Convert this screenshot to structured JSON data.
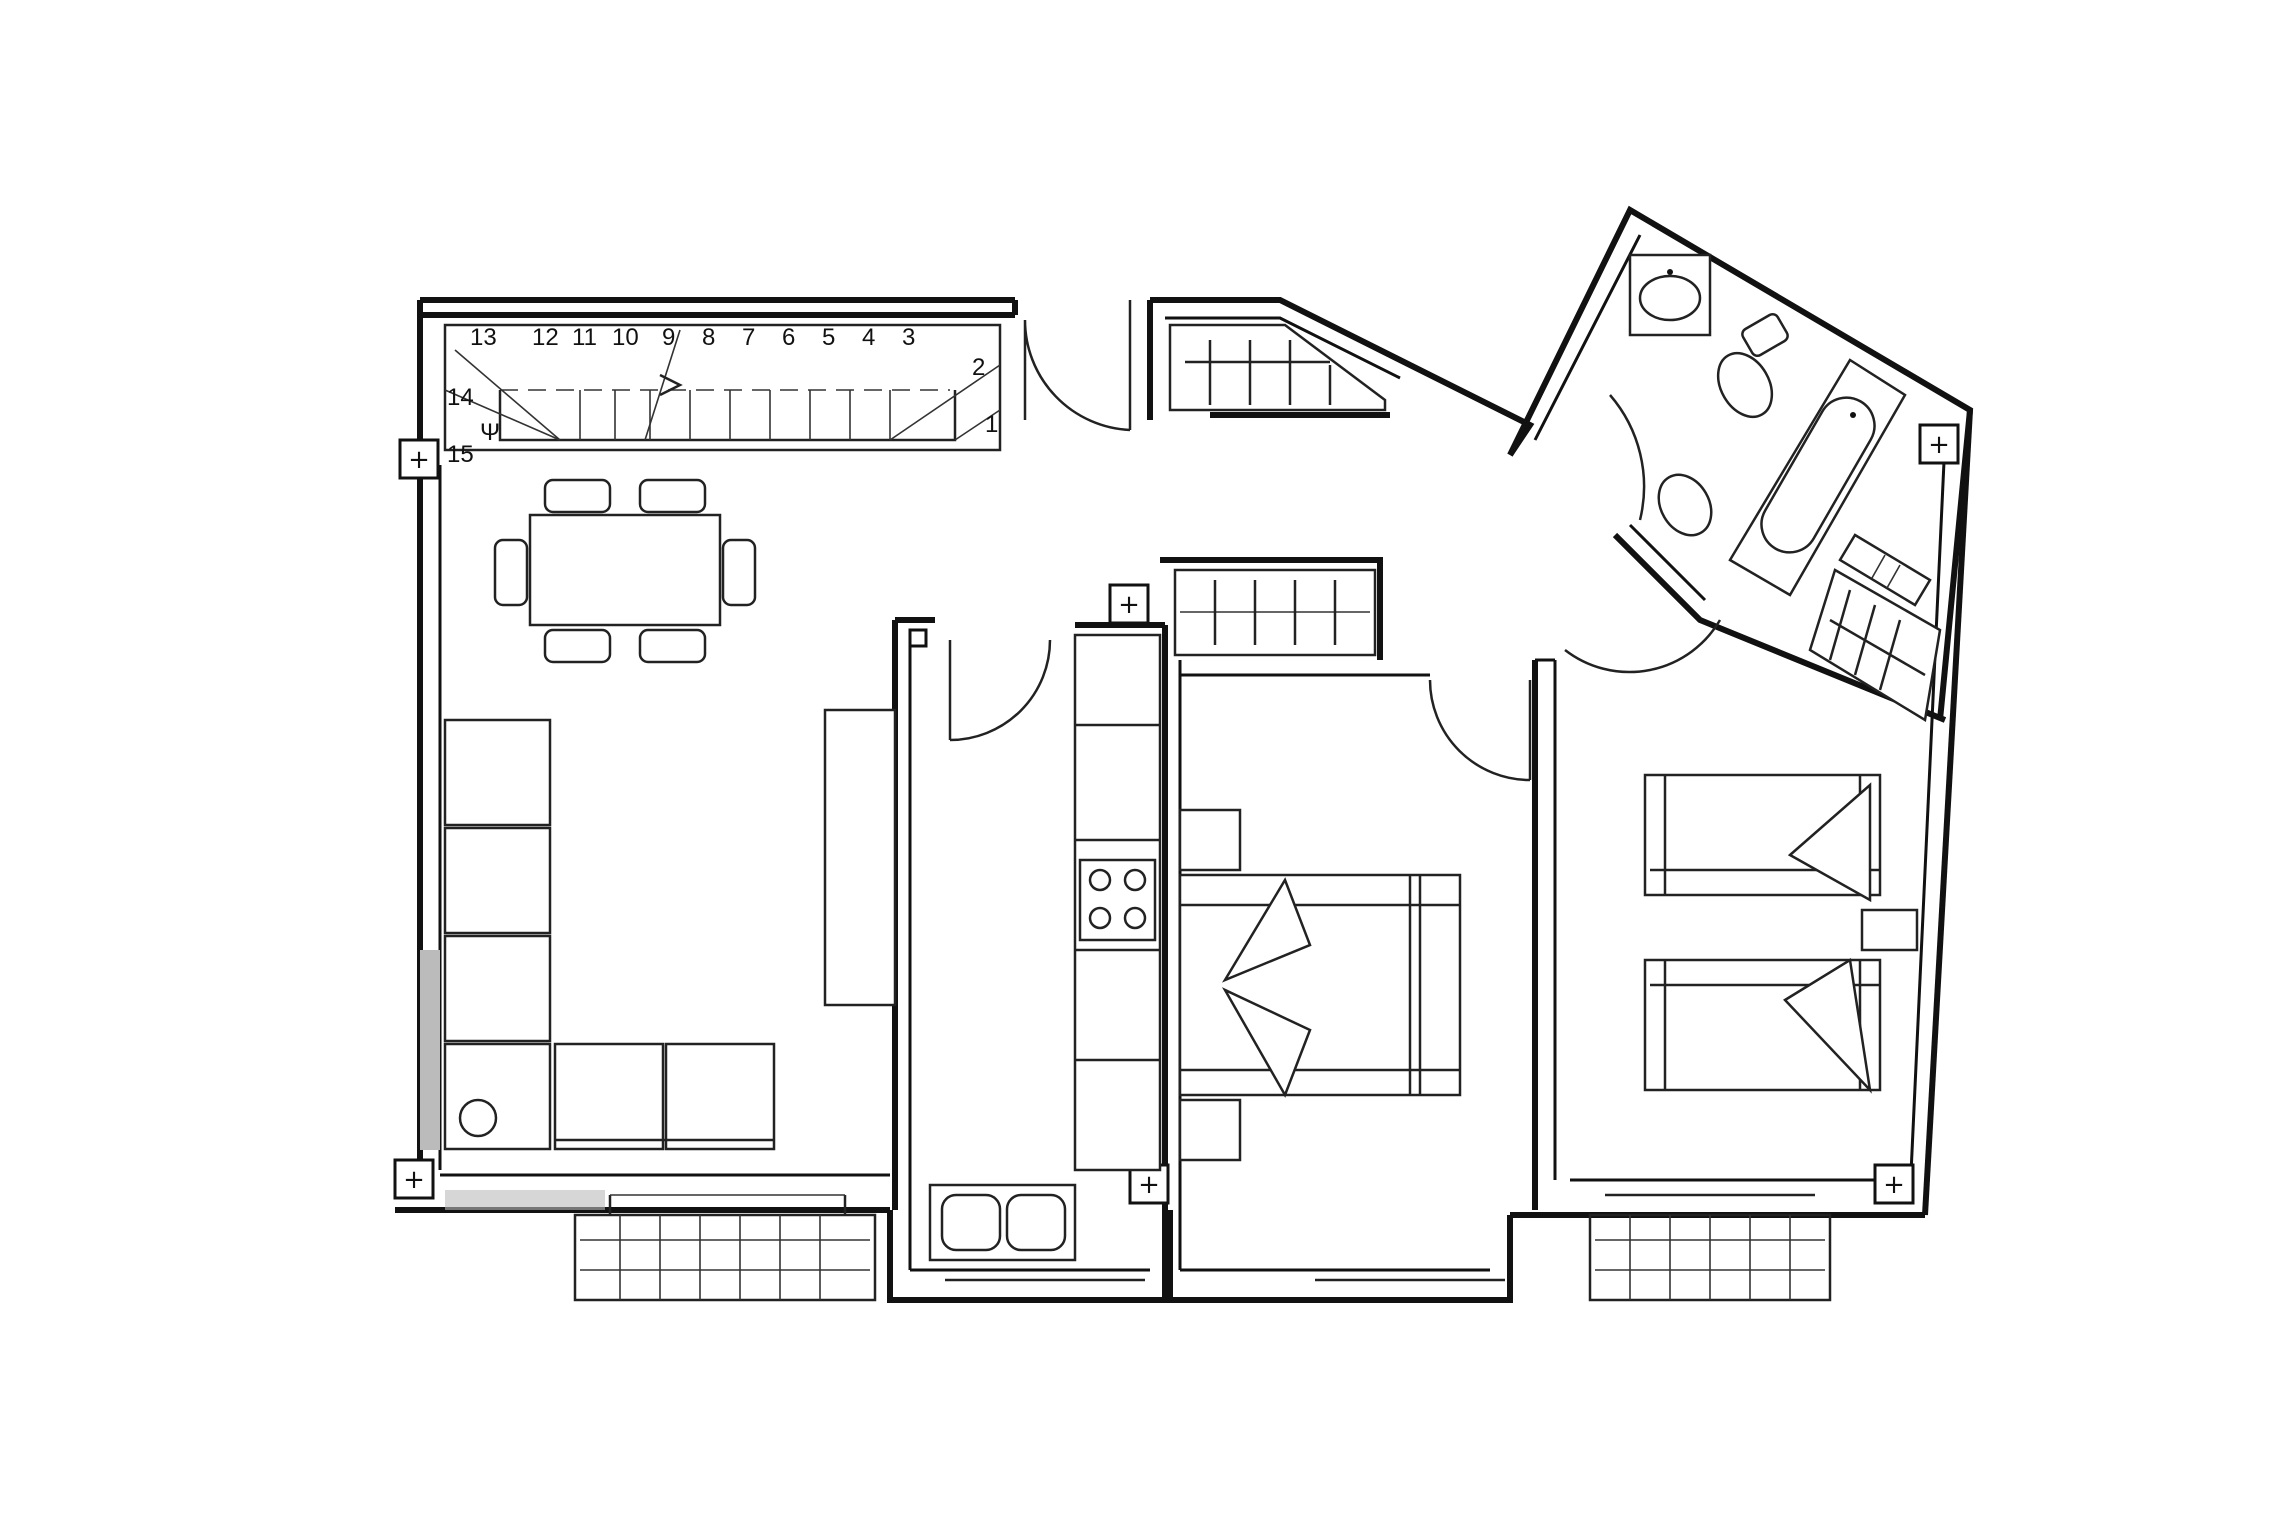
{
  "stair_step_labels": [
    "1",
    "2",
    "3",
    "4",
    "5",
    "6",
    "7",
    "8",
    "9",
    "10",
    "11",
    "12",
    "13",
    "14",
    "15"
  ],
  "icons": {
    "column_marker": "+",
    "stair_arrow": "Ψ"
  }
}
